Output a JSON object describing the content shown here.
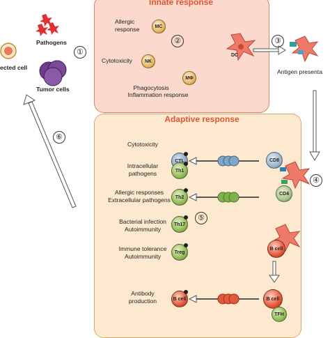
{
  "innate": {
    "title": "Innate response",
    "allergic": "Allergic\nresponse",
    "cytotoxicity": "Cytotoxicity",
    "phagocytosis": "Phagocytosis",
    "inflammation": "Inflammation response",
    "mc": "MC",
    "nk": "NK",
    "mo": "MΦ",
    "dc": "DC"
  },
  "left": {
    "pathogens": "Pathogens",
    "infected_cell": "ected cell",
    "tumor_cells": "Tumor cells"
  },
  "antigen": "Antigen presenta",
  "adaptive": {
    "title": "Adaptive response",
    "rows": [
      {
        "label": "Cytotoxicity",
        "cell": "CTL"
      },
      {
        "label": "Intracellular\npathogens",
        "cell": "Th1"
      },
      {
        "label": "Allergic responses\nExtracellular pathogens",
        "cell": "Th2"
      },
      {
        "label": "Bacterial infection\nAutoimmunity",
        "cell": "Th17"
      },
      {
        "label": "Immune tolerance\nAutoimmunity",
        "cell": "Treg"
      },
      {
        "label": "Antibody\nproduction",
        "cell": "B cell"
      }
    ],
    "cd8": "CD8",
    "cd4": "CD4",
    "bcell_right": "B cell",
    "bcell_bottom": "B cell",
    "tfh": "TFH"
  },
  "steps": [
    "①",
    "②",
    "③",
    "④",
    "⑤",
    "⑥"
  ],
  "colors": {
    "innate_fill": "#fbd9cd",
    "adaptive_fill": "#fde9cf",
    "title": "#e2552e",
    "dc": "#e8574a"
  }
}
